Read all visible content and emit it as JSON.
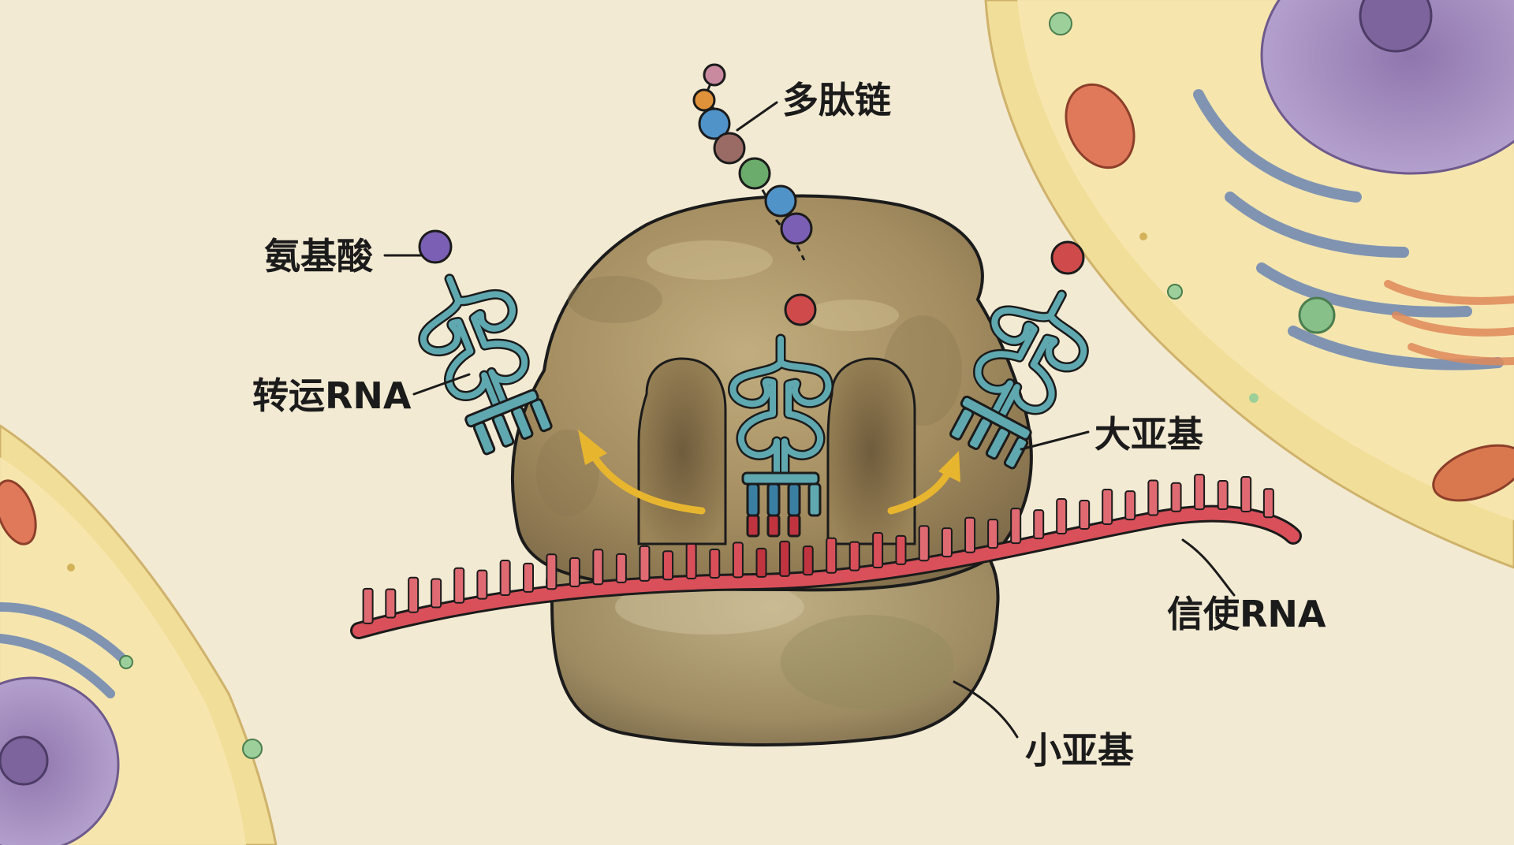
{
  "labels": {
    "polypeptide": "多肽链",
    "amino_acid": "氨基酸",
    "trna": "转运RNA",
    "large_subunit": "大亚基",
    "mrna": "信使RNA",
    "small_subunit": "小亚基"
  },
  "colors": {
    "paper": "#f3ead3",
    "ribosome": "#a8936a",
    "ribosome_shadow": "#7d6a48",
    "trna": "#5fa8b0",
    "mrna": "#d9505a",
    "arrow": "#f2c23e",
    "outline": "#1b1b1b",
    "cell_membrane": "#eed98a",
    "nucleus": "#a58cc0"
  },
  "polypeptide_bead_colors": [
    "#c98aa0",
    "#e0923a",
    "#4f93c9",
    "#9a6b64",
    "#6bab6b",
    "#4f93c9",
    "#7a5fb5",
    "#cf4b4b"
  ],
  "free_amino_acids": [
    "#7a5fb5",
    "#cf4b4b"
  ],
  "icons": [
    "arrow-icon",
    "trna-icon",
    "amino-acid-icon"
  ]
}
